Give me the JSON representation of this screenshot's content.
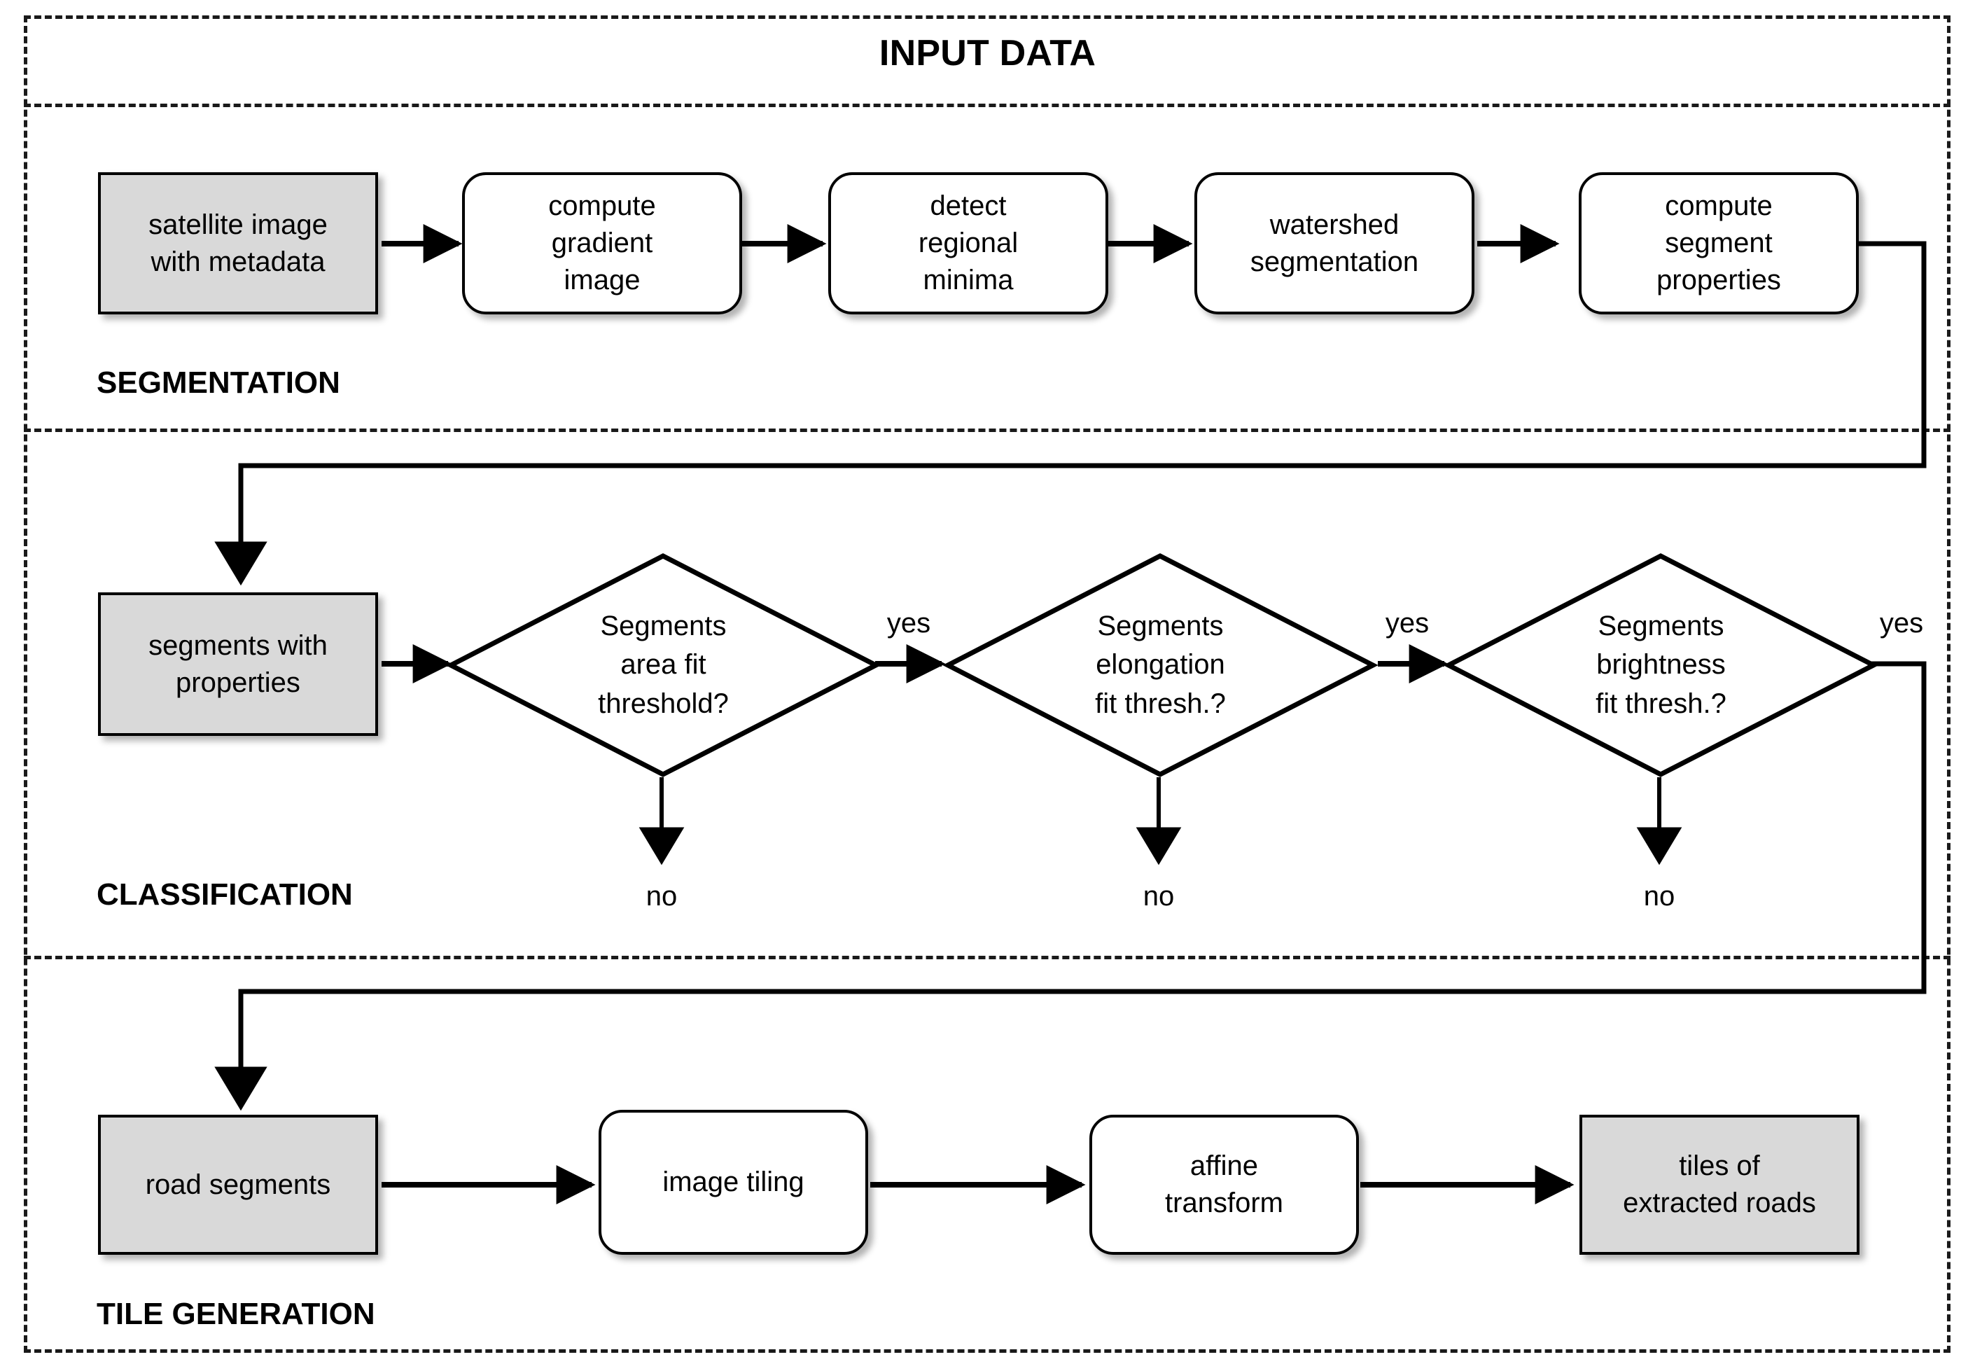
{
  "diagram": {
    "title": "INPUT DATA",
    "sections": [
      {
        "id": "segmentation",
        "label": "SEGMENTATION"
      },
      {
        "id": "classification",
        "label": "CLASSIFICATION"
      },
      {
        "id": "tile_generation",
        "label": "TILE GENERATION"
      }
    ],
    "colors": {
      "data_node_fill": "#d9d9d9",
      "process_node_fill": "#ffffff",
      "stroke": "#000000",
      "frame": "#1a1a1a"
    },
    "segmentation": {
      "nodes": [
        {
          "id": "satellite-image",
          "label": "satellite image\nwith metadata",
          "shape": "rect",
          "fill": "gray"
        },
        {
          "id": "compute-gradient",
          "label": "compute\ngradient\nimage",
          "shape": "rounded",
          "fill": "white"
        },
        {
          "id": "detect-minima",
          "label": "detect\nregional\nminima",
          "shape": "rounded",
          "fill": "white"
        },
        {
          "id": "watershed",
          "label": "watershed\nsegmentation",
          "shape": "rounded",
          "fill": "white"
        },
        {
          "id": "segment-properties",
          "label": "compute\nsegment\nproperties",
          "shape": "rounded",
          "fill": "white"
        }
      ]
    },
    "classification": {
      "input_node": {
        "id": "segments-with-properties",
        "label": "segments with\nproperties",
        "shape": "rect",
        "fill": "gray"
      },
      "decisions": [
        {
          "id": "area-threshold",
          "label": "Segments\narea fit\nthreshold?",
          "yes": "yes",
          "no": "no"
        },
        {
          "id": "elongation-threshold",
          "label": "Segments\nelongation\nfit thresh.?",
          "yes": "yes",
          "no": "no"
        },
        {
          "id": "brightness-threshold",
          "label": "Segments\nbrightness\nfit thresh.?",
          "yes": "yes",
          "no": "no"
        }
      ]
    },
    "tile_generation": {
      "nodes": [
        {
          "id": "road-segments",
          "label": "road segments",
          "shape": "rect",
          "fill": "gray"
        },
        {
          "id": "image-tiling",
          "label": "image tiling",
          "shape": "rounded",
          "fill": "white"
        },
        {
          "id": "affine",
          "label": "affine\ntransform",
          "shape": "rounded",
          "fill": "white"
        },
        {
          "id": "tiles-output",
          "label": "tiles of\nextracted roads",
          "shape": "rect",
          "fill": "gray"
        }
      ]
    }
  }
}
